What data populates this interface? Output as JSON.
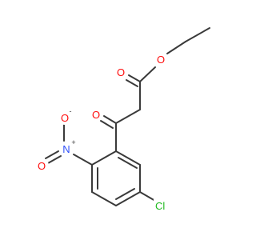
{
  "colors": {
    "bond": "#3a3a3a",
    "carbon": "#3a3a3a",
    "oxygen": "#ff0d0d",
    "nitrogen": "#3050f8",
    "chlorine": "#1fba1f"
  },
  "atoms": {
    "ester_o": "O",
    "carbonyl_o": "O",
    "ketone_o": "O",
    "nitro_n": "N",
    "nitro_n_charge": "+",
    "nitro_o_single": "O",
    "nitro_o_charge": "-",
    "nitro_o_double": "O",
    "chlorine": "Cl"
  }
}
